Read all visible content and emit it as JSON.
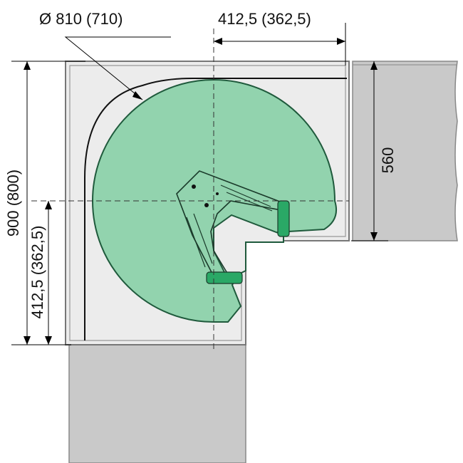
{
  "dimensions": {
    "diameter": "Ø 810 (710)",
    "top_width": "412,5 (362,5)",
    "total_height": "900 (800)",
    "left_offset": "412,5 (362,5)",
    "right_depth": "560"
  },
  "colors": {
    "carousel_fill": "#92d3ae",
    "carousel_stroke": "#1f5a3c",
    "bracket_green": "#2aa866",
    "cabinet_gray": "#c9c9c9",
    "interior": "#ececec"
  }
}
